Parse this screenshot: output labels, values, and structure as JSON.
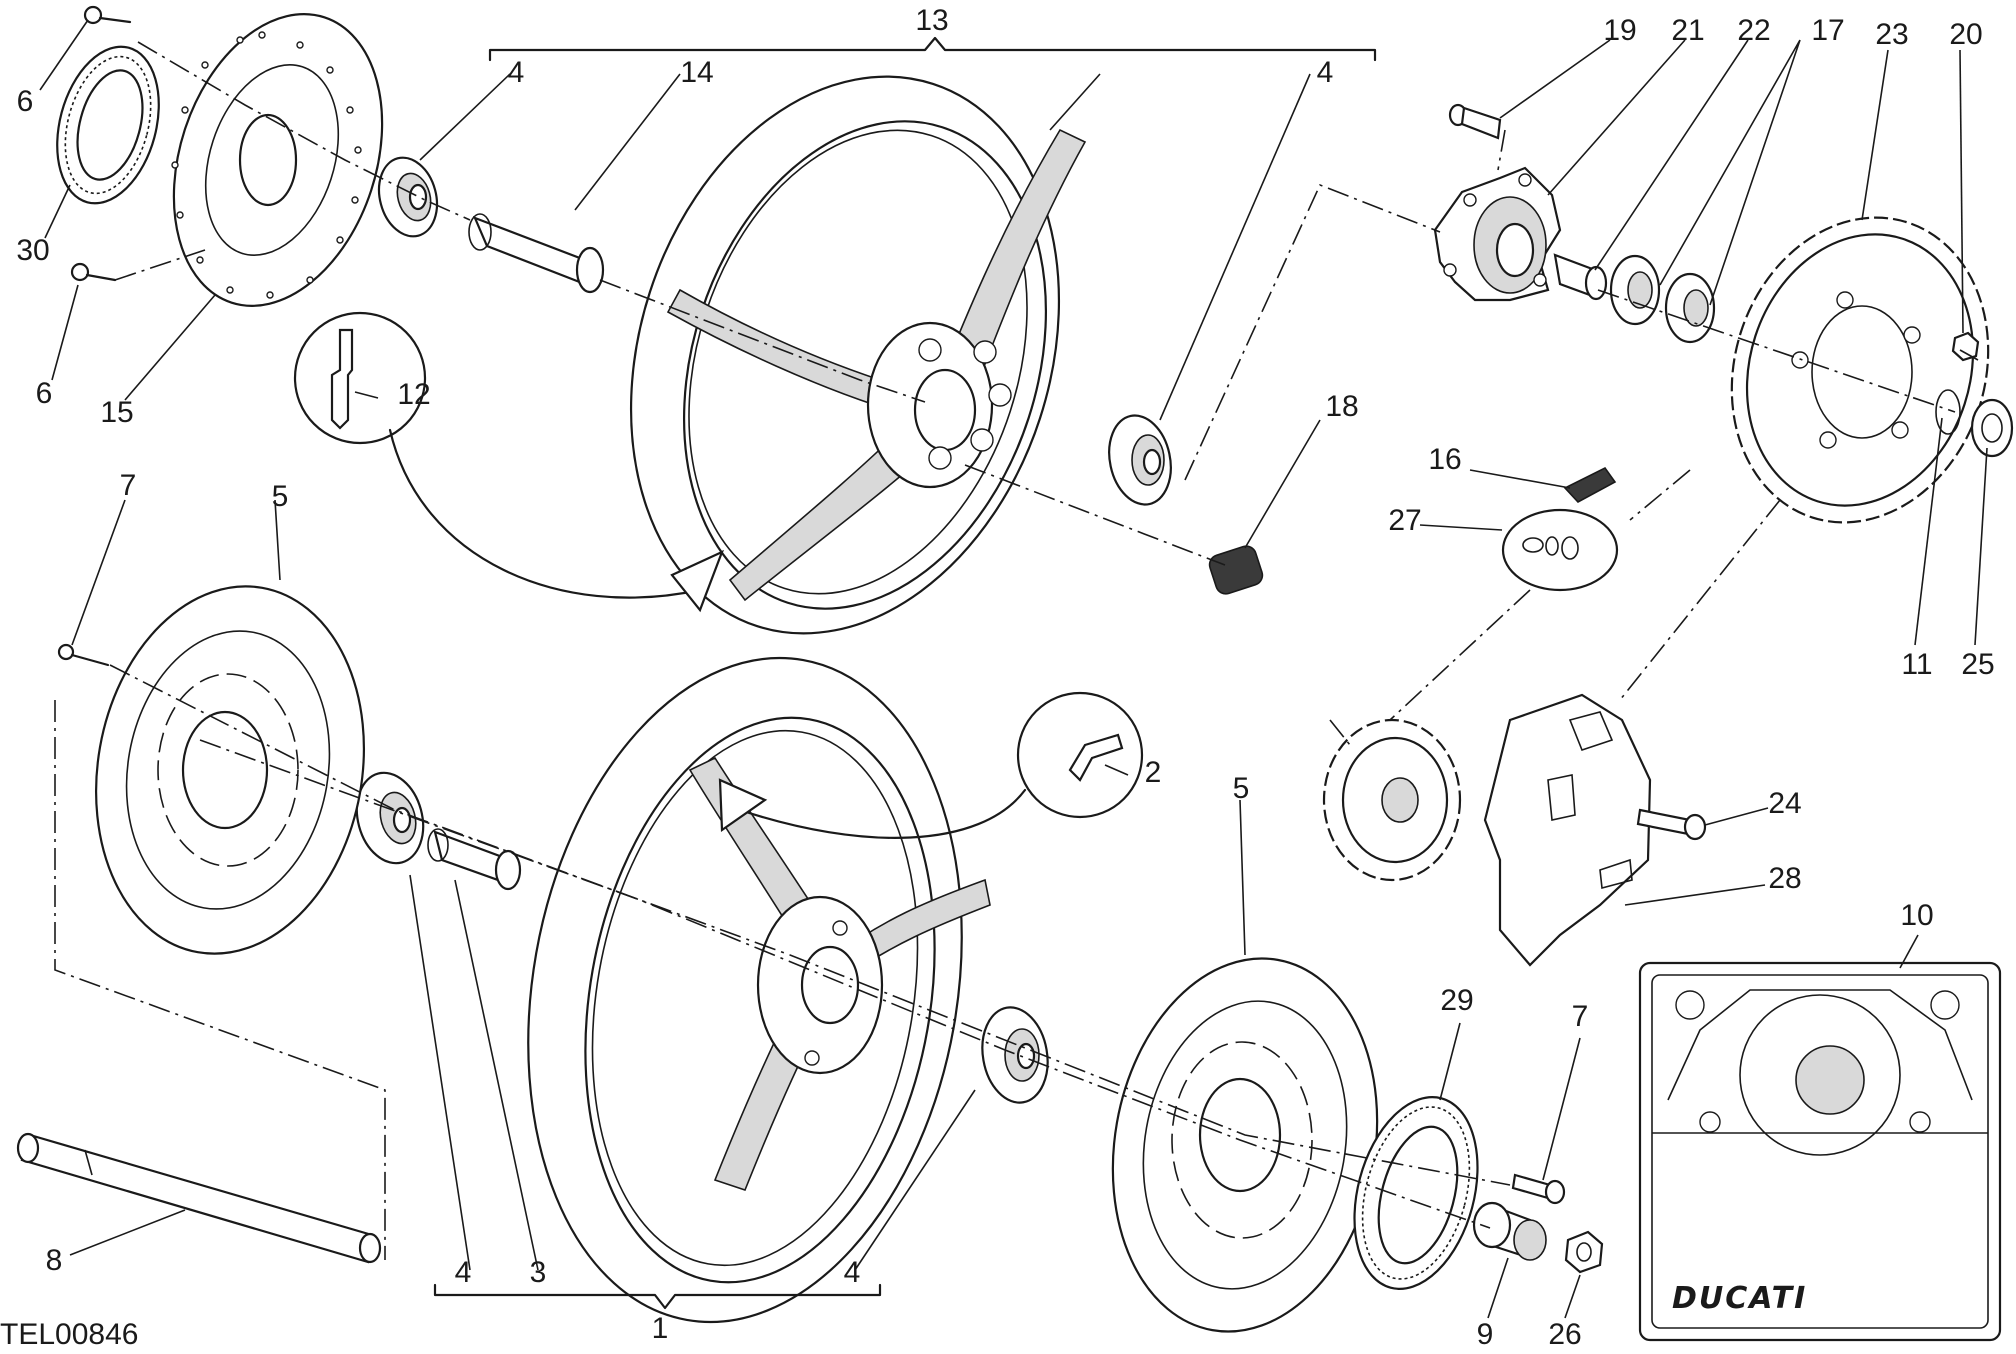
{
  "drawing_code": "TEL00846",
  "brand_plate_text": "DUCATI",
  "callouts": [
    {
      "id": "c1",
      "text": "1"
    },
    {
      "id": "c2",
      "text": "2"
    },
    {
      "id": "c3",
      "text": "3"
    },
    {
      "id": "c4a",
      "text": "4"
    },
    {
      "id": "c4b",
      "text": "4"
    },
    {
      "id": "c4c",
      "text": "4"
    },
    {
      "id": "c4d",
      "text": "4"
    },
    {
      "id": "c5a",
      "text": "5"
    },
    {
      "id": "c5b",
      "text": "5"
    },
    {
      "id": "c6a",
      "text": "6"
    },
    {
      "id": "c6b",
      "text": "6"
    },
    {
      "id": "c7a",
      "text": "7"
    },
    {
      "id": "c7b",
      "text": "7"
    },
    {
      "id": "c8",
      "text": "8"
    },
    {
      "id": "c9",
      "text": "9"
    },
    {
      "id": "c10",
      "text": "10"
    },
    {
      "id": "c11",
      "text": "11"
    },
    {
      "id": "c12",
      "text": "12"
    },
    {
      "id": "c13",
      "text": "13"
    },
    {
      "id": "c14",
      "text": "14"
    },
    {
      "id": "c15",
      "text": "15"
    },
    {
      "id": "c16",
      "text": "16"
    },
    {
      "id": "c17",
      "text": "17"
    },
    {
      "id": "c18",
      "text": "18"
    },
    {
      "id": "c19",
      "text": "19"
    },
    {
      "id": "c20",
      "text": "20"
    },
    {
      "id": "c21",
      "text": "21"
    },
    {
      "id": "c22",
      "text": "22"
    },
    {
      "id": "c23",
      "text": "23"
    },
    {
      "id": "c24",
      "text": "24"
    },
    {
      "id": "c25",
      "text": "25"
    },
    {
      "id": "c26",
      "text": "26"
    },
    {
      "id": "c27",
      "text": "27"
    },
    {
      "id": "c28",
      "text": "28"
    },
    {
      "id": "c29",
      "text": "29"
    },
    {
      "id": "c30",
      "text": "30"
    }
  ]
}
